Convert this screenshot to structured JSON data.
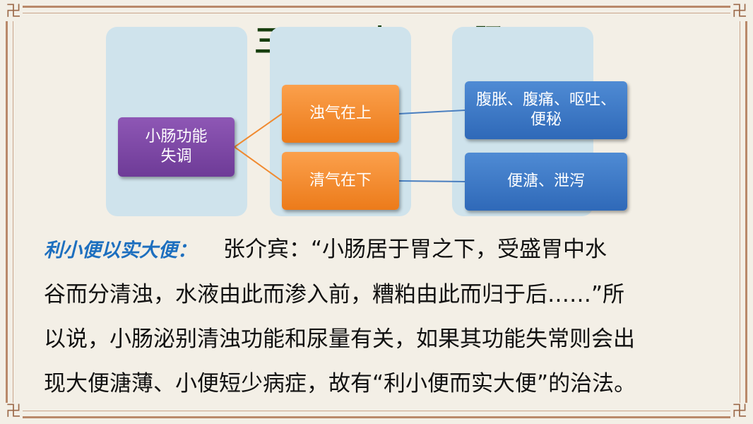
{
  "title": "三 小 肠",
  "diagram": {
    "root": "小肠功能\n失调",
    "branches": [
      "浊气在上",
      "清气在下"
    ],
    "results": [
      "腹胀、腹痛、呕吐、\n便秘",
      "便溏、泄泻"
    ]
  },
  "text": {
    "lead": "利小便以实大便：",
    "line1": "张介宾：“小肠居于胃之下，受盛胃中水",
    "line2": "谷而分清浊，水液由此而渗入前，糟粕由此而归于后……”所",
    "line3": "以说，小肠泌别清浊功能和尿量有关，如果其功能失常则会出",
    "line4": "现大便溏薄、小便短少病症，故有“利小便而实大便”的治法。"
  },
  "colors": {
    "root": "#7b47a3",
    "branch": "#f18d2e",
    "result": "#3d7bc8",
    "column": "#cfe3ec",
    "lead_text": "#1d6fbf",
    "connector_orange": "#f08a30",
    "connector_blue": "#4a7fc0"
  }
}
